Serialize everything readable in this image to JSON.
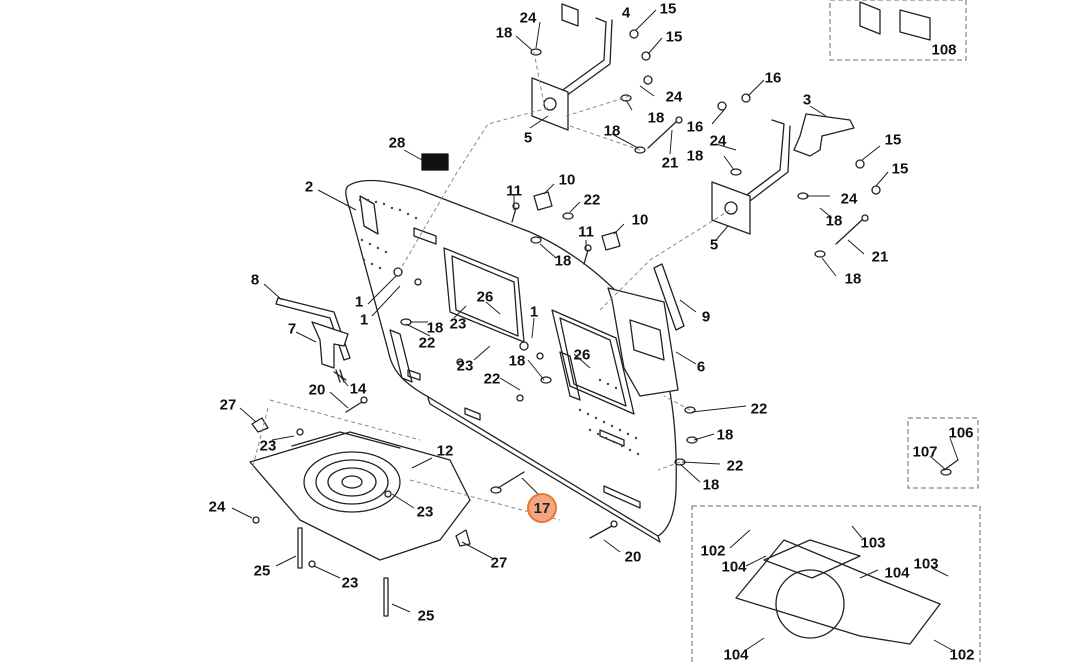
{
  "diagram": {
    "highlight_color": "#f4a582",
    "highlighted_part": "17",
    "callouts": [
      {
        "id": "c1",
        "text": "24"
      },
      {
        "id": "c2",
        "text": "4"
      },
      {
        "id": "c3",
        "text": "15"
      },
      {
        "id": "c4",
        "text": "18"
      },
      {
        "id": "c5",
        "text": "15"
      },
      {
        "id": "c6",
        "text": "108"
      },
      {
        "id": "c7",
        "text": "24"
      },
      {
        "id": "c8",
        "text": "18"
      },
      {
        "id": "c9",
        "text": "5"
      },
      {
        "id": "c10",
        "text": "18"
      },
      {
        "id": "c11",
        "text": "16"
      },
      {
        "id": "c12",
        "text": "3"
      },
      {
        "id": "c13",
        "text": "16"
      },
      {
        "id": "c14",
        "text": "24"
      },
      {
        "id": "c15",
        "text": "15"
      },
      {
        "id": "c16",
        "text": "15"
      },
      {
        "id": "c17",
        "text": "18"
      },
      {
        "id": "c18",
        "text": "21"
      },
      {
        "id": "c19",
        "text": "24"
      },
      {
        "id": "c20",
        "text": "18"
      },
      {
        "id": "c21",
        "text": "5"
      },
      {
        "id": "c22",
        "text": "21"
      },
      {
        "id": "c23",
        "text": "18"
      },
      {
        "id": "c24",
        "text": "28"
      },
      {
        "id": "c25",
        "text": "2"
      },
      {
        "id": "c26",
        "text": "11"
      },
      {
        "id": "c27",
        "text": "10"
      },
      {
        "id": "c28",
        "text": "22"
      },
      {
        "id": "c29",
        "text": "10"
      },
      {
        "id": "c30",
        "text": "11"
      },
      {
        "id": "c31",
        "text": "18"
      },
      {
        "id": "c32",
        "text": "8"
      },
      {
        "id": "c33",
        "text": "1"
      },
      {
        "id": "c34",
        "text": "1"
      },
      {
        "id": "c35",
        "text": "26"
      },
      {
        "id": "c36",
        "text": "18"
      },
      {
        "id": "c37",
        "text": "23"
      },
      {
        "id": "c38",
        "text": "22"
      },
      {
        "id": "c39",
        "text": "1"
      },
      {
        "id": "c40",
        "text": "7"
      },
      {
        "id": "c41",
        "text": "9"
      },
      {
        "id": "c42",
        "text": "23"
      },
      {
        "id": "c43",
        "text": "18"
      },
      {
        "id": "c44",
        "text": "26"
      },
      {
        "id": "c45",
        "text": "6"
      },
      {
        "id": "c46",
        "text": "14"
      },
      {
        "id": "c47",
        "text": "22"
      },
      {
        "id": "c48",
        "text": "20"
      },
      {
        "id": "c49",
        "text": "27"
      },
      {
        "id": "c50",
        "text": "22"
      },
      {
        "id": "c51",
        "text": "23"
      },
      {
        "id": "c52",
        "text": "18"
      },
      {
        "id": "c53",
        "text": "12"
      },
      {
        "id": "c54",
        "text": "22"
      },
      {
        "id": "c55",
        "text": "106"
      },
      {
        "id": "c56",
        "text": "107"
      },
      {
        "id": "c57",
        "text": "18"
      },
      {
        "id": "c58",
        "text": "23"
      },
      {
        "id": "c59",
        "text": "24"
      },
      {
        "id": "c60",
        "text": "27"
      },
      {
        "id": "c61",
        "text": "20"
      },
      {
        "id": "c62",
        "text": "25"
      },
      {
        "id": "c63",
        "text": "23"
      },
      {
        "id": "c64",
        "text": "103"
      },
      {
        "id": "c65",
        "text": "102"
      },
      {
        "id": "c66",
        "text": "104"
      },
      {
        "id": "c67",
        "text": "104"
      },
      {
        "id": "c68",
        "text": "103"
      },
      {
        "id": "c69",
        "text": "25"
      },
      {
        "id": "c70",
        "text": "104"
      },
      {
        "id": "c71",
        "text": "102"
      }
    ]
  }
}
